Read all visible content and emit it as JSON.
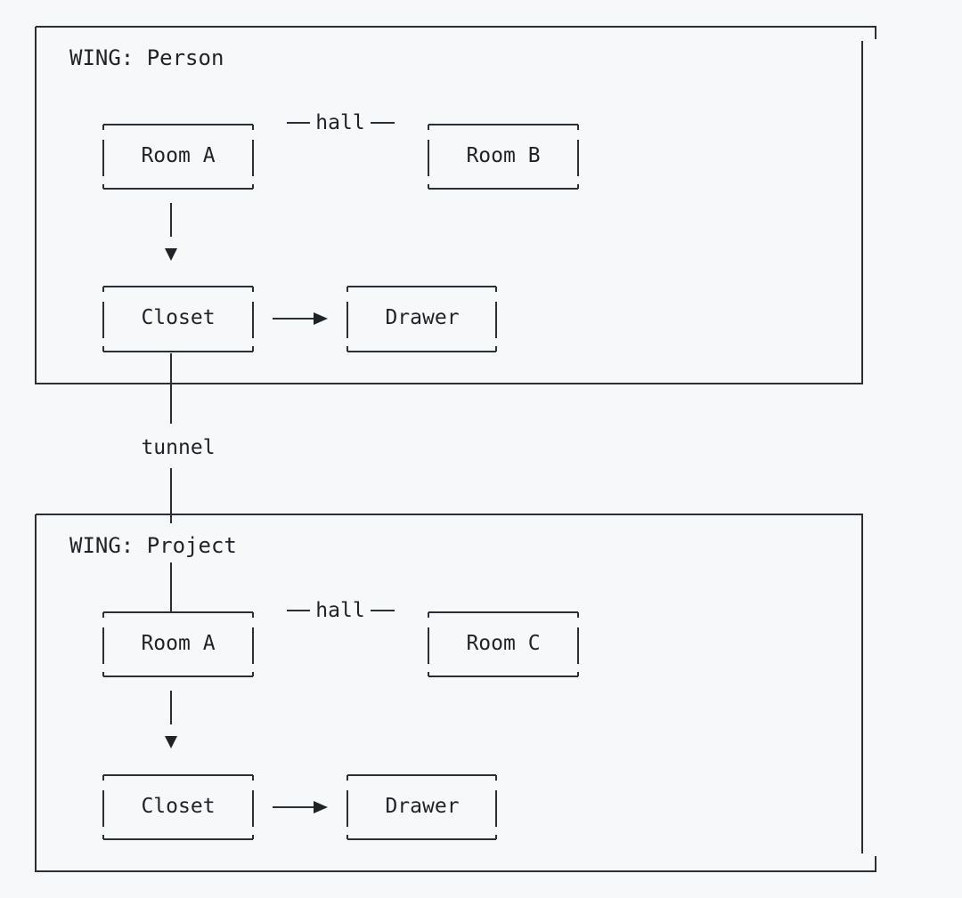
{
  "wings": [
    {
      "title": "WING: Person",
      "hall_label": "hall",
      "nodes": {
        "room_left": "Room A",
        "room_right": "Room B",
        "closet": "Closet",
        "drawer": "Drawer"
      }
    },
    {
      "title": "WING: Project",
      "hall_label": "hall",
      "nodes": {
        "room_left": "Room A",
        "room_right": "Room C",
        "closet": "Closet",
        "drawer": "Drawer"
      }
    }
  ],
  "tunnel_label": "tunnel",
  "colors": {
    "background": "#f7f8fa",
    "line": "#2b2f36",
    "text": "#1f2328"
  }
}
